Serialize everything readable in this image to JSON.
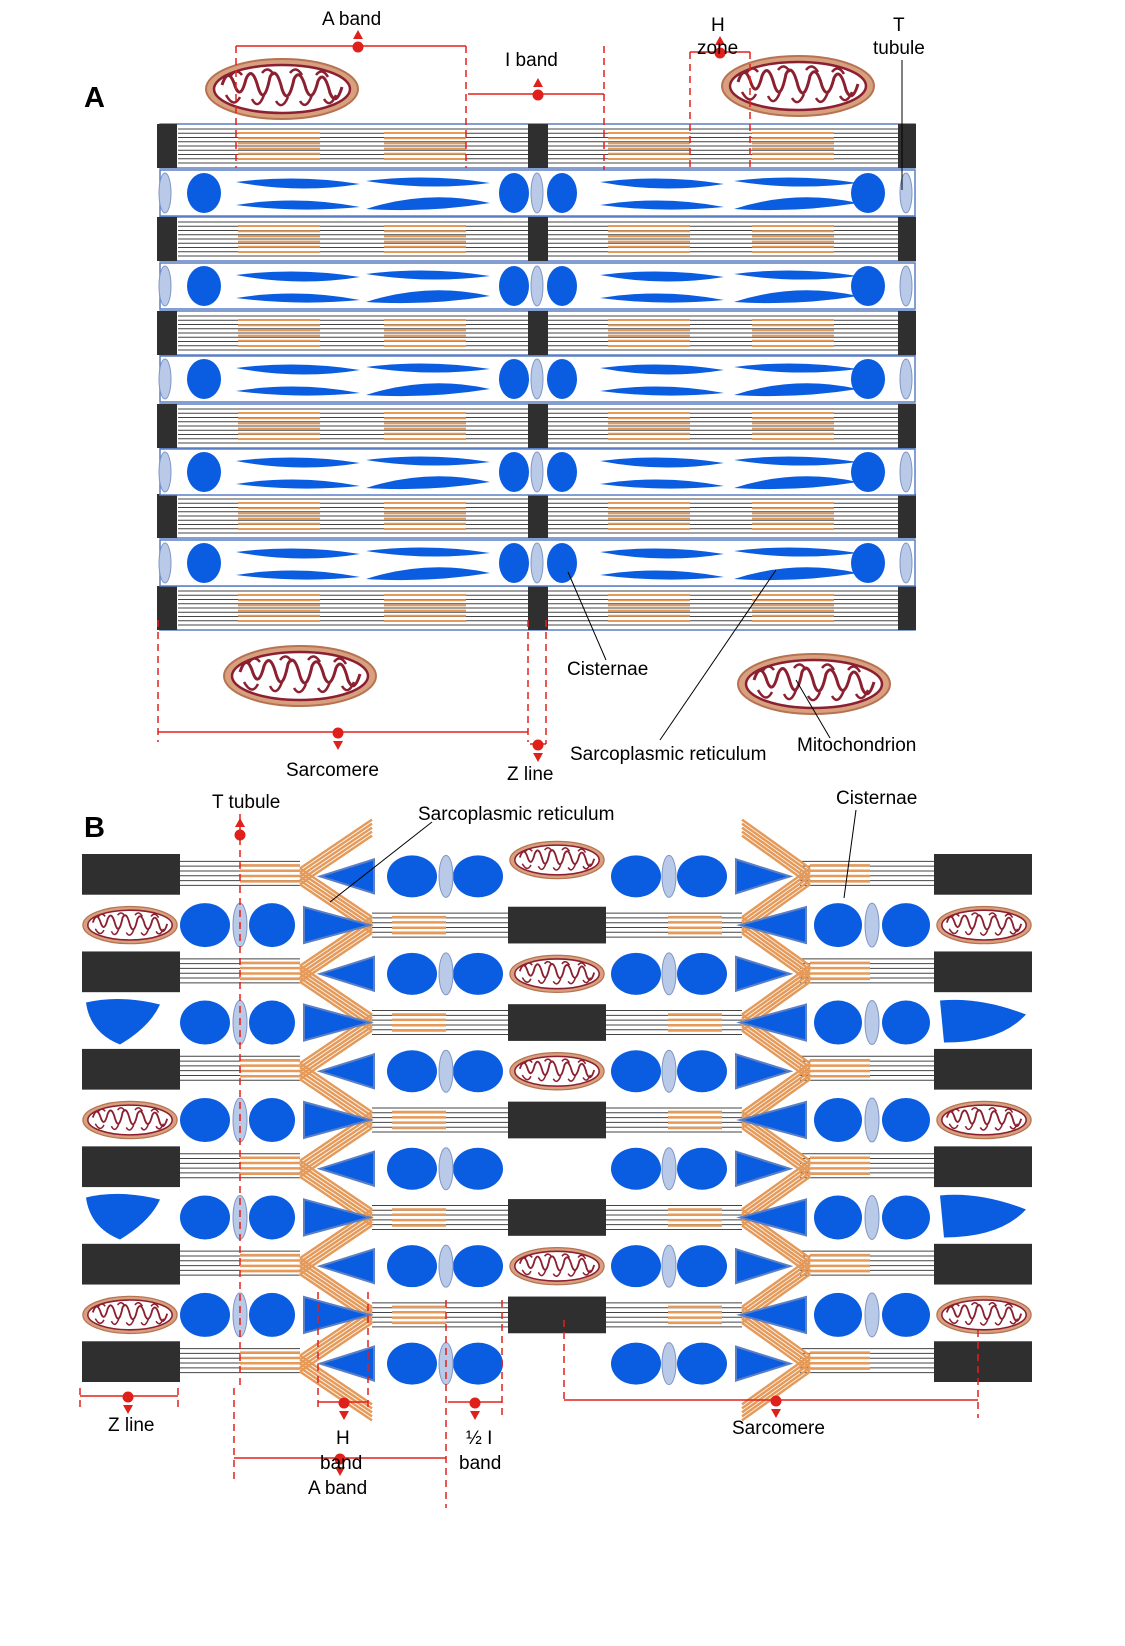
{
  "panels": {
    "a": {
      "letter": "A",
      "labels": {
        "a_band": "A band",
        "i_band": "I band",
        "h_zone_1": "H",
        "h_zone_2": "zone",
        "t_tubule_1": "T",
        "t_tubule_2": "tubule",
        "cisternae": "Cisternae",
        "sarcoplasmic_reticulum": "Sarcoplasmic reticulum",
        "mitochondrion": "Mitochondrion",
        "sarcomere": "Sarcomere",
        "z_line": "Z line"
      }
    },
    "b": {
      "letter": "B",
      "labels": {
        "t_tubule": "T tubule",
        "sarcoplasmic_reticulum": "Sarcoplasmic reticulum",
        "cisternae": "Cisternae",
        "z_line": "Z line",
        "h_band_1": "H",
        "h_band_2": "band",
        "a_band": "A band",
        "half_i_band_1": "½ I",
        "half_i_band_2": "band",
        "sarcomere": "Sarcomere"
      }
    }
  },
  "colors": {
    "z_disc": "#2f2f2f",
    "thick_filament": "#e59a5a",
    "thin_filament": "#444444",
    "fiber_outline": "#5b7fc4",
    "sr_blue": "#0a5ce0",
    "t_tubule": "#b9c9e8",
    "dimension_line": "#e0211b",
    "mito_outer": "#c98a6a",
    "mito_membrane": "#8b2030"
  }
}
